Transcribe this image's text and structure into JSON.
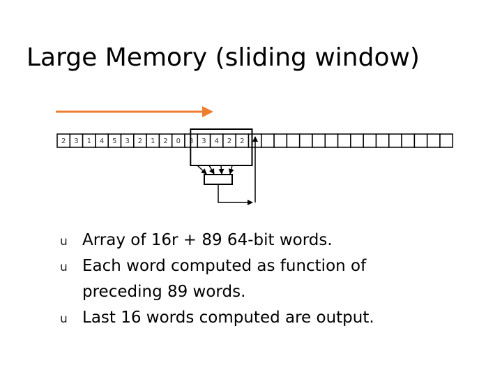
{
  "title": "Large Memory (sliding window)",
  "memory": {
    "cells": [
      "2",
      "3",
      "1",
      "4",
      "5",
      "3",
      "2",
      "1",
      "2",
      "0",
      "3",
      "3",
      "4",
      "2",
      "2",
      "",
      "",
      "",
      "",
      "",
      "",
      "",
      "",
      "",
      "",
      "",
      "",
      "",
      "",
      "",
      ""
    ],
    "window_start": 11,
    "window_length": 4
  },
  "colors": {
    "arrow": "#ed7d31",
    "lines": "#000000"
  },
  "bullets": [
    {
      "marker": "u",
      "lines": [
        "Array of   16r + 89   64-bit words."
      ]
    },
    {
      "marker": "u",
      "lines": [
        "Each word computed as function of",
        "preceding 89 words."
      ]
    },
    {
      "marker": "u",
      "lines": [
        "Last 16 words computed are output."
      ]
    }
  ]
}
